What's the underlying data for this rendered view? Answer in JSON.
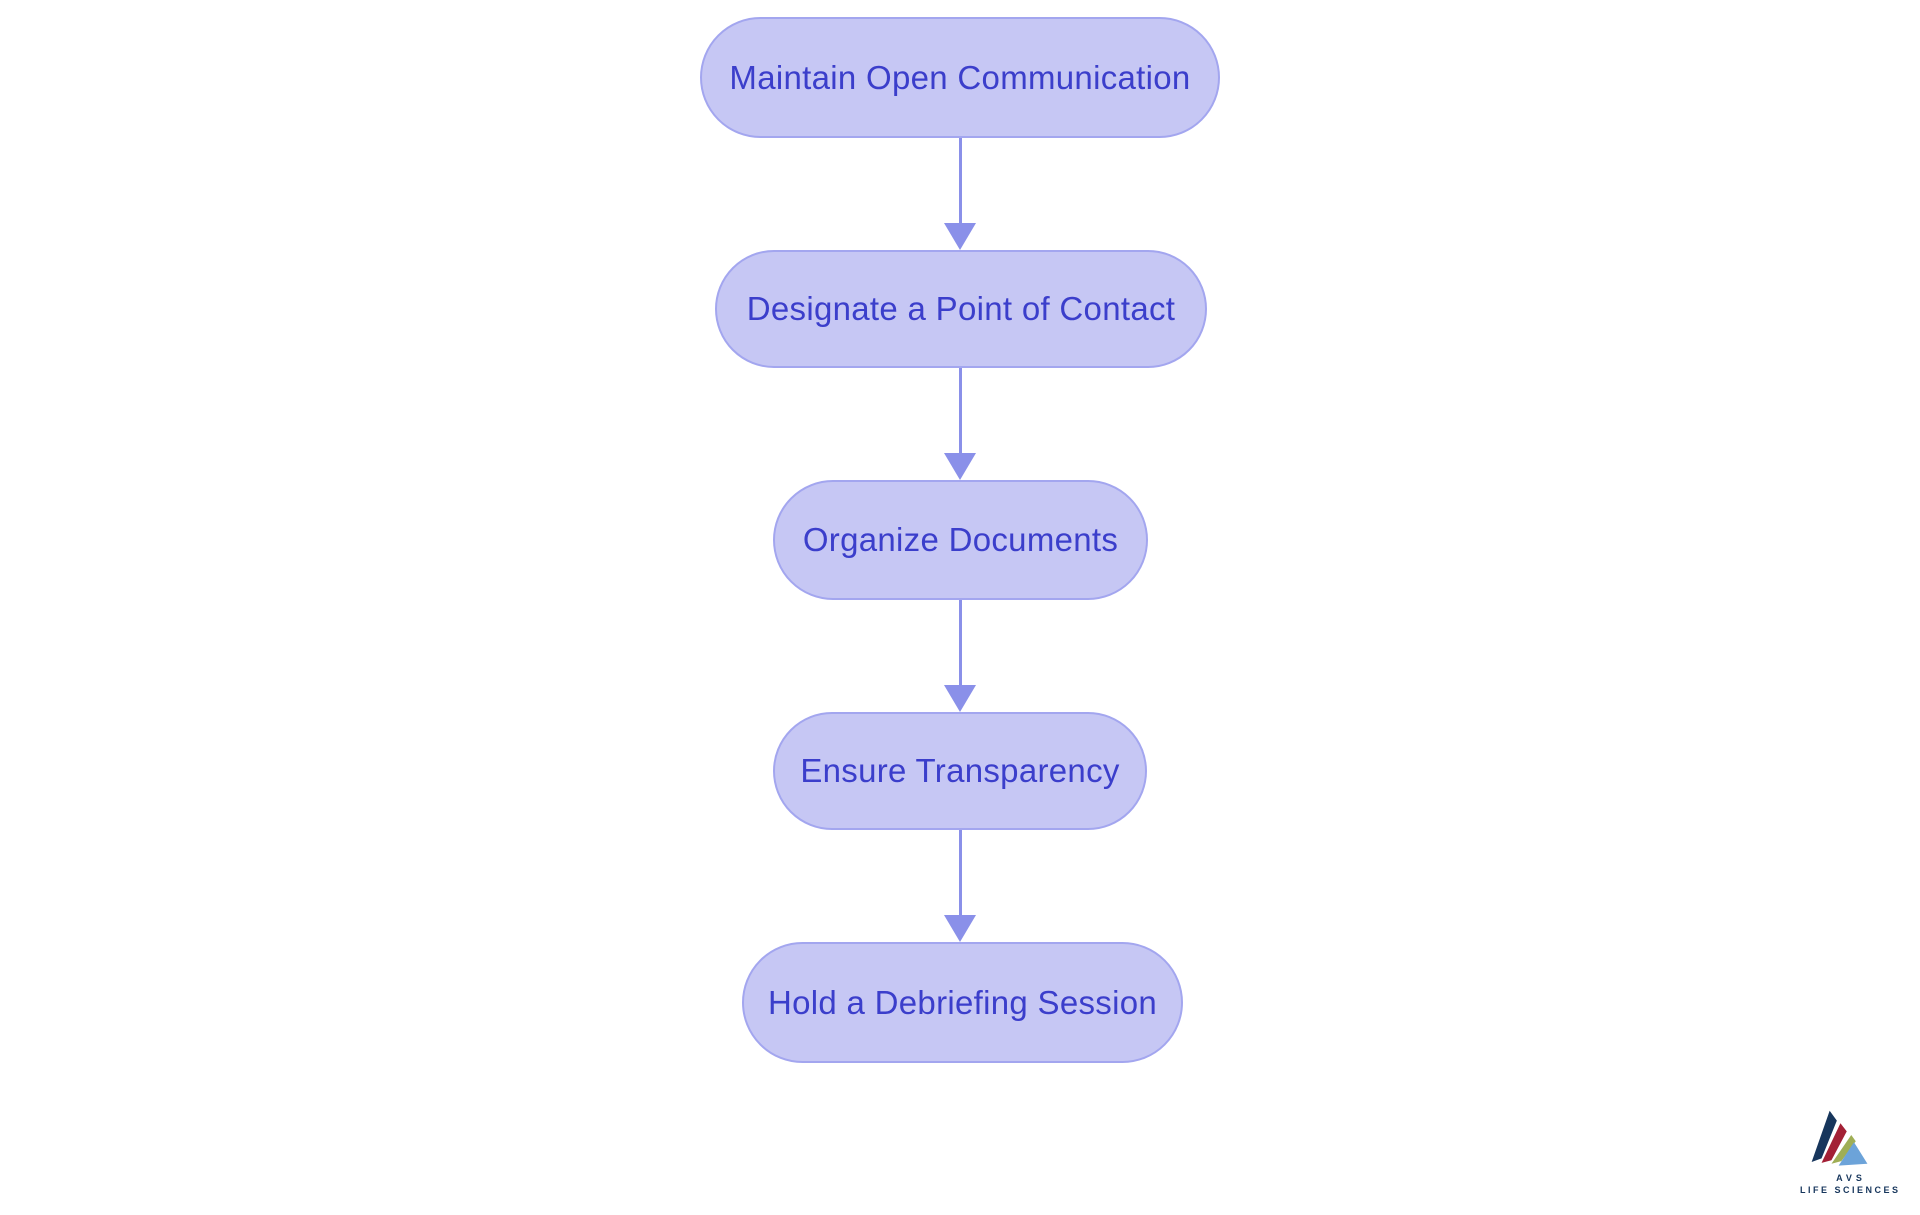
{
  "diagram": {
    "type": "flowchart",
    "direction": "top-down",
    "background": "#ffffff",
    "node_fill": "#c6c7f4",
    "node_border": "#a3a6ef",
    "node_text_color": "#3b3ecb",
    "arrow_color": "#8a90e9",
    "nodes": [
      {
        "id": 1,
        "label": "Maintain Open Communication"
      },
      {
        "id": 2,
        "label": "Designate a Point of Contact"
      },
      {
        "id": 3,
        "label": "Organize Documents"
      },
      {
        "id": 4,
        "label": "Ensure Transparency"
      },
      {
        "id": 5,
        "label": "Hold a Debriefing Session"
      }
    ],
    "edges": [
      {
        "from": 1,
        "to": 2
      },
      {
        "from": 2,
        "to": 3
      },
      {
        "from": 3,
        "to": 4
      },
      {
        "from": 4,
        "to": 5
      }
    ]
  },
  "logo": {
    "line1": "AVS",
    "line2": "LIFE SCIENCES",
    "colors": {
      "navy": "#17365c",
      "red": "#a32035",
      "green": "#9fae55",
      "blue": "#6ca3d9"
    }
  }
}
